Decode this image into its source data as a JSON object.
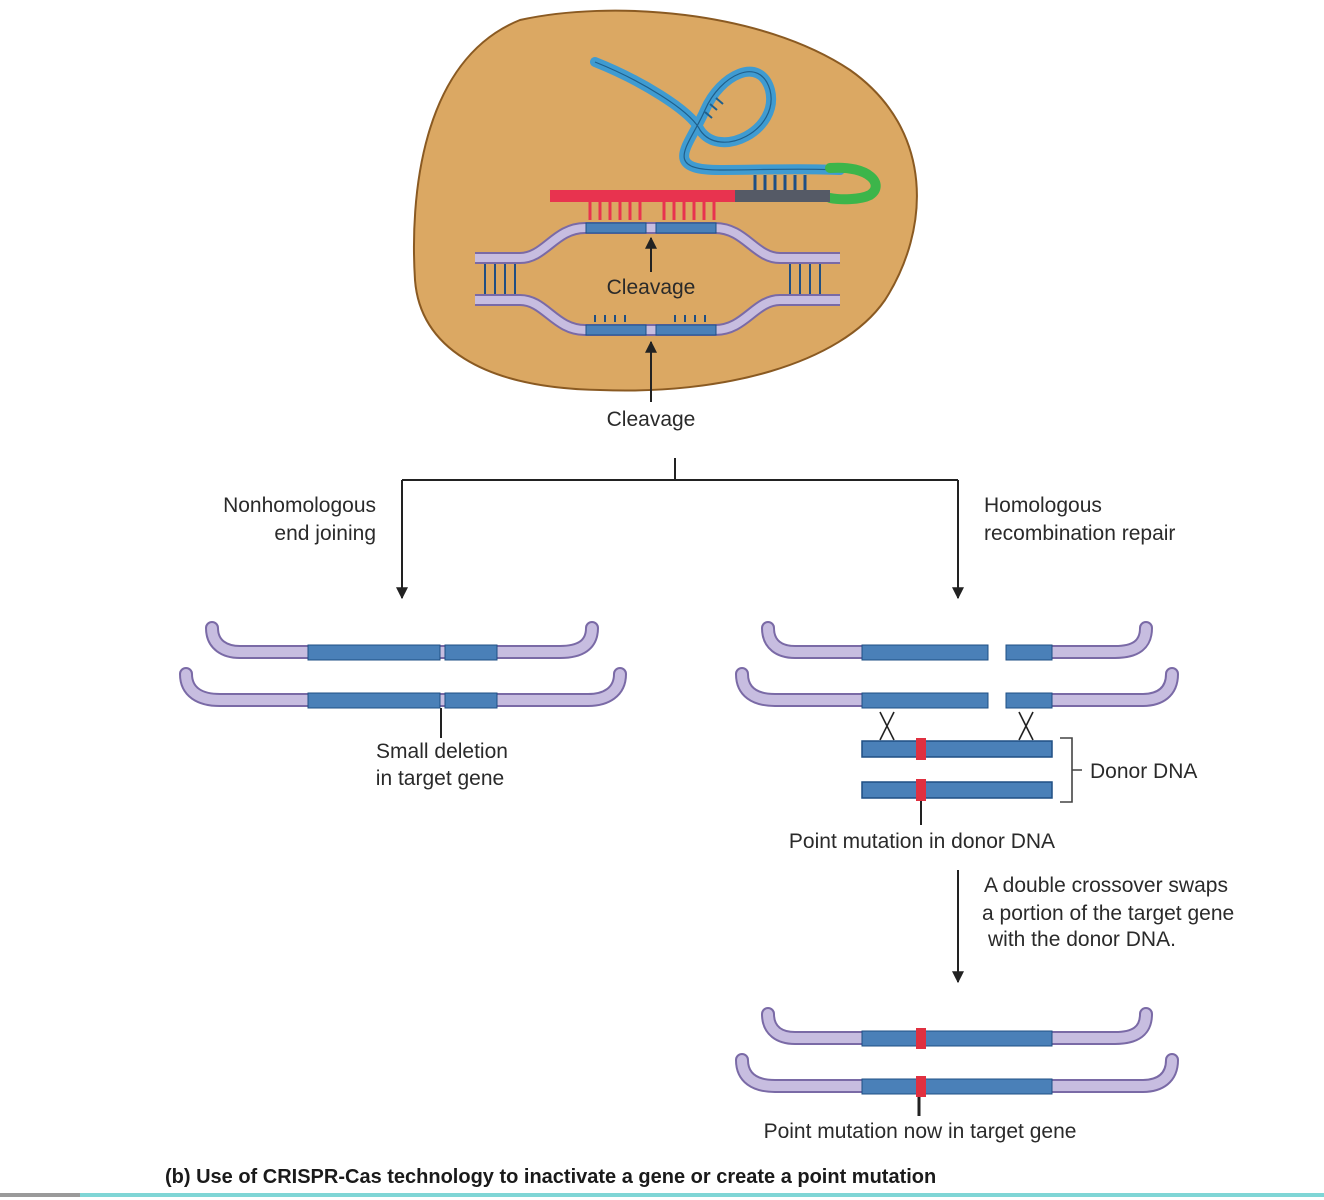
{
  "labels": {
    "cleavage_inner": "Cleavage",
    "cleavage_outer": "Cleavage",
    "nhej_line1": "Nonhomologous",
    "nhej_line2": "end joining",
    "hr_line1": "Homologous",
    "hr_line2": "recombination repair",
    "small_deletion_line1": "Small deletion",
    "small_deletion_line2": "in target gene",
    "donor_dna": "Donor DNA",
    "point_mutation_donor": "Point mutation in donor DNA",
    "crossover_line1": "A double crossover swaps",
    "crossover_line2": "a portion of the target gene",
    "crossover_line3": "with the donor DNA.",
    "point_mutation_target": "Point mutation now in target gene"
  },
  "caption": "(b) Use of CRISPR-Cas technology to inactivate a gene or create a point mutation",
  "colors": {
    "cell": "#dba863",
    "cell_edge": "#8a5a22",
    "dna_backbone": "#c7bde0",
    "dna_edge": "#7a6aa6",
    "gene": "#4a80b8",
    "gene_edge": "#1f4f84",
    "guide_rna": "#e8334f",
    "rna_ribbon": "#3f9bd1",
    "rna_green": "#3cb54a",
    "mutation": "#e03040",
    "arrow": "#222222"
  }
}
